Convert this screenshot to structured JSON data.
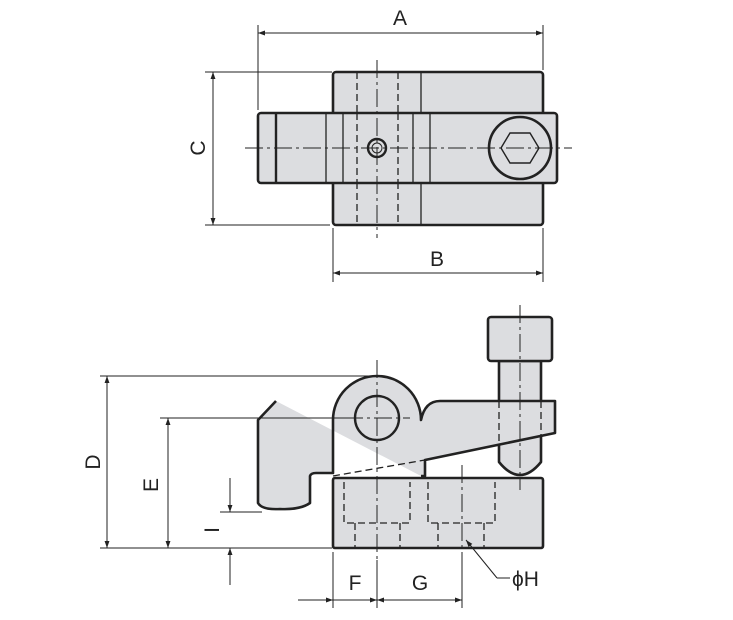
{
  "labels": {
    "A": "A",
    "B": "B",
    "C": "C",
    "D": "D",
    "E": "E",
    "F": "F",
    "G": "G",
    "H": "ϕH",
    "I": "I"
  }
}
